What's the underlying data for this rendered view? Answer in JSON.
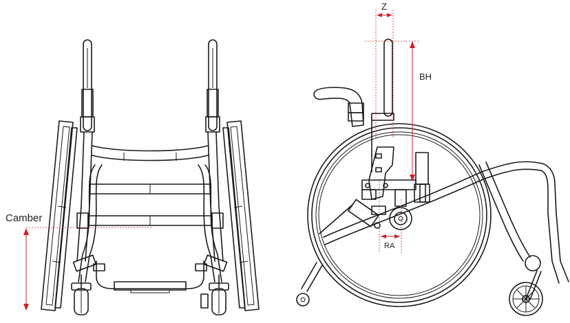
{
  "labels": {
    "camber": "Camber",
    "z": "Z",
    "bh": "BH",
    "ra": "RA"
  },
  "colors": {
    "line": "#1a1a1a",
    "dimension": "#d0202a",
    "background": "#ffffff"
  }
}
